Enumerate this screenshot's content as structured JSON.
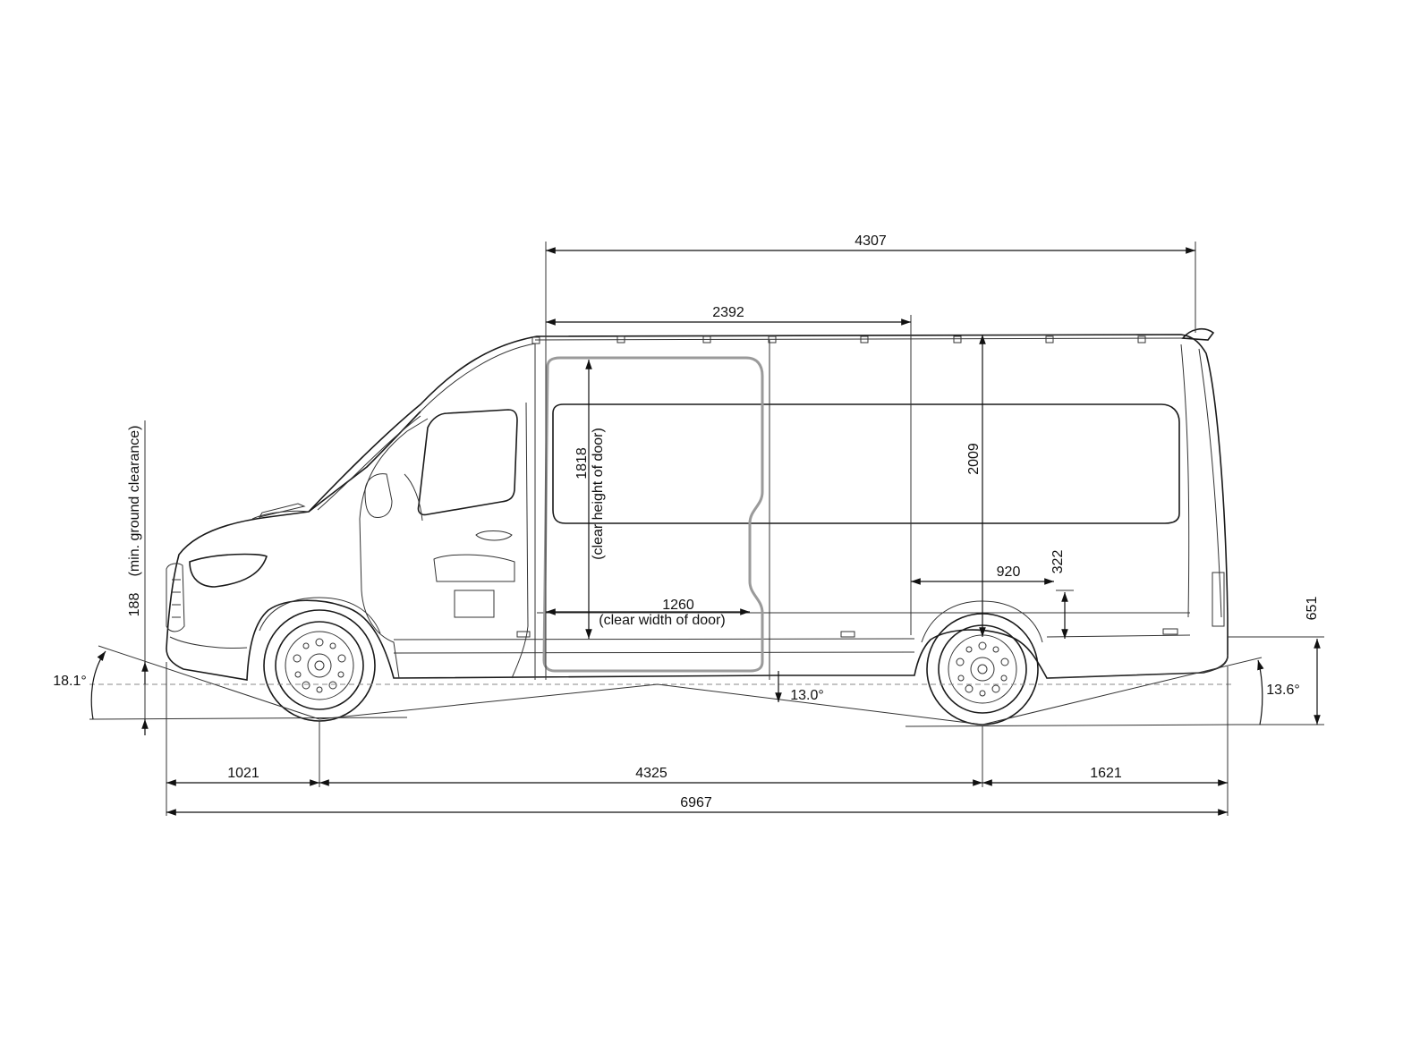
{
  "dimensions": {
    "load_length": "4307",
    "roof_length": "2392",
    "door_height": "1818",
    "door_height_note": "(clear height of door)",
    "interior_height": "2009",
    "door_width": "1260",
    "door_width_note": "(clear width of door)",
    "wheel_arch_length": "920",
    "wheel_arch_height": "322",
    "load_sill_height": "651",
    "ground_clearance": "188",
    "ground_clearance_note": "(min. ground clearance)",
    "front_overhang": "1021",
    "wheelbase": "4325",
    "rear_overhang": "1621",
    "overall_length": "6967"
  },
  "angles": {
    "approach": "18.1°",
    "ramp": "13.0°",
    "departure": "13.6°"
  }
}
